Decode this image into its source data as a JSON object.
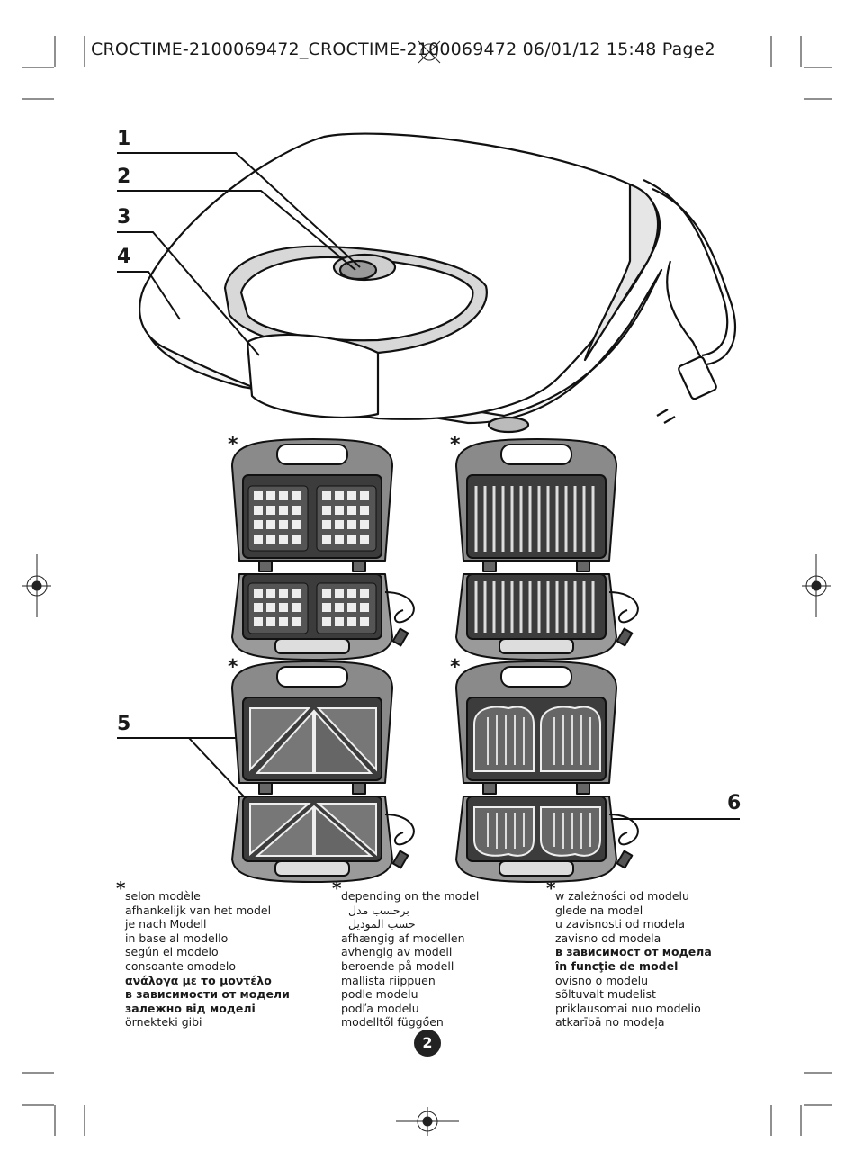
{
  "header": {
    "text": "CROCTIME-2100069472_CROCTIME-2100069472  06/01/12  15:48  Page2"
  },
  "callouts": {
    "c1": "1",
    "c2": "2",
    "c3": "3",
    "c4": "4",
    "c5": "5",
    "c6": "6"
  },
  "asterisk": "*",
  "footnotes": {
    "col1": [
      "selon modèle",
      "afhankelijk van het model",
      "je nach Modell",
      "in base al modello",
      "según el modelo",
      "consoante omodelo",
      "ανάλογα με το μοντέλο",
      "в зависимости от модели",
      "залежно від моделі",
      "örnekteki gibi"
    ],
    "col2": [
      "depending on the model",
      "برحسب مدل",
      "حسب الموديل",
      "afhængig af modellen",
      "avhengig av modell",
      "beroende på modell",
      "mallista riippuen",
      "podle modelu",
      "podľa modelu",
      "modelltől függően"
    ],
    "col3": [
      "w zależności od modelu",
      "glede na model",
      "u zavisnosti od modela",
      "zavisno od modela",
      "в зависимост от модела",
      "în funcţie de model",
      "ovisno o modelu",
      "sõltuvalt mudelist",
      "priklausomai nuo modelio",
      "atkarībā no modeļa"
    ]
  },
  "page_number": "2",
  "illustrations": {
    "main": "closed-sandwich-maker-icon",
    "plates": [
      "waffle-plates-icon",
      "grill-plates-icon",
      "sandwich-plates-icon",
      "croque-plates-icon"
    ]
  }
}
